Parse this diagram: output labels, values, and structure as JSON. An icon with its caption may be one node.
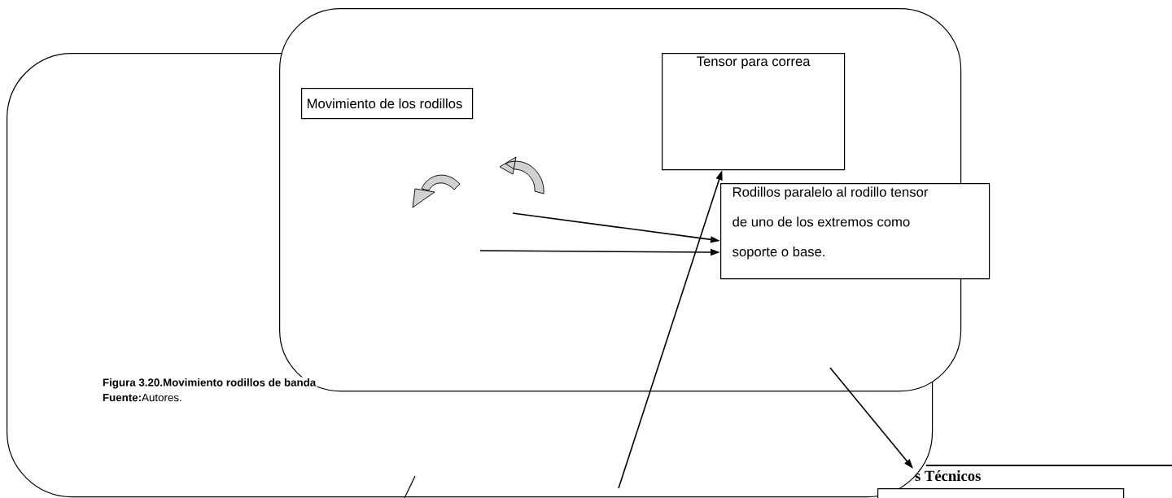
{
  "diagram": {
    "caption": "Figura 3.20.**Movimiento rodillos de banda**",
    "nodes": [
      {
        "text": [],
        "shape": "box"
      },
      {
        "text": [],
        "shape": "box"
      },
      {
        "text": [
          "Movimiento de los rodillos"
        ],
        "in": 1
      },
      {
        "text": [
          "Tensor para correa"
        ],
        "in": 1
      },
      {
        "text": [
          "Rodillos paralelo al rodillo tensor de uno de los extremos como soporte o base."
        ]
      },
      {
        "text": [
          "s Técnicos"
        ]
      },
      {
        "text": [],
        "shape": "box"
      }
    ],
    "edges": [
      {
        "from": 0,
        "to": 4,
        "arrow": "to"
      },
      {
        "from": 0,
        "to": 4,
        "arrow": "to"
      },
      {
        "from": 0,
        "to": 3,
        "arrow": "to"
      },
      {
        "from": 0,
        "to": 5,
        "arrow": "to"
      }
    ],
    "labels": [
      "**Fuente:**Autores."
    ]
  }
}
